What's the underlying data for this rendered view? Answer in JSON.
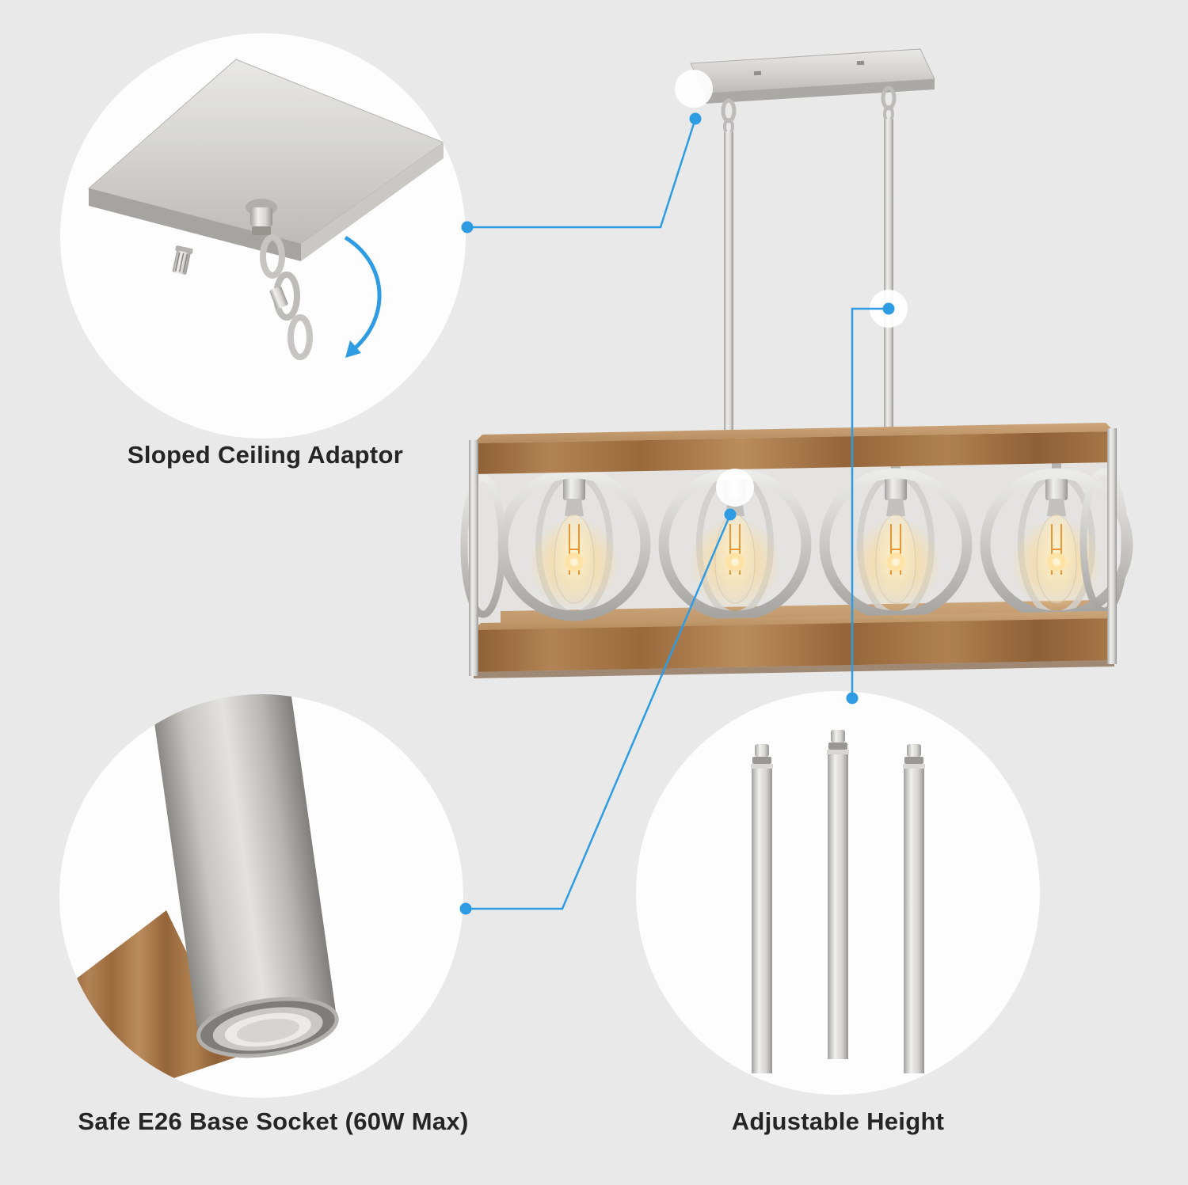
{
  "callouts": {
    "top_left": {
      "label": "Sloped Ceiling Adaptor"
    },
    "bottom_left": {
      "label": "Safe E26 Base Socket (60W Max)"
    },
    "bottom_right": {
      "label": "Adjustable Height"
    }
  },
  "colors": {
    "background": "#e9e9e9",
    "inset_circle": "#fdfdfd",
    "accent_blue": "#2e9ce2",
    "wood_brown": "#a8784a",
    "brushed_nickel": "#c9c8c5",
    "bulb_glow": "#ffd98f",
    "label_text": "#252525"
  }
}
